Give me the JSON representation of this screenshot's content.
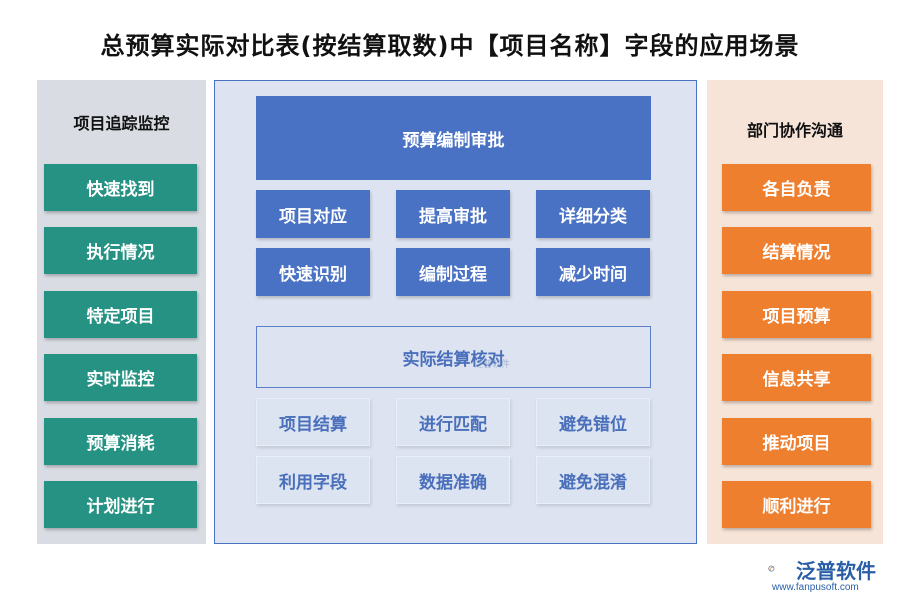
{
  "title": "总预算实际对比表(按结算取数)中【项目名称】字段的应用场景",
  "left_panel": {
    "heading": "项目追踪监控",
    "items": [
      "快速找到",
      "执行情况",
      "特定项目",
      "实时监控",
      "预算消耗",
      "计划进行"
    ]
  },
  "right_panel": {
    "heading": "部门协作沟通",
    "items": [
      "各自负责",
      "结算情况",
      "项目预算",
      "信息共享",
      "推动项目",
      "顺利进行"
    ]
  },
  "center_panel": {
    "top_section": {
      "header": "预算编制审批",
      "cells": [
        "项目对应",
        "提高审批",
        "详细分类",
        "快速识别",
        "编制过程",
        "减少时间"
      ]
    },
    "bottom_section": {
      "header": "实际结算核对",
      "cells": [
        "项目结算",
        "进行匹配",
        "避免错位",
        "利用字段",
        "数据准确",
        "避免混淆"
      ]
    },
    "watermark": "泛普软件"
  },
  "logo": {
    "name": "泛普软件",
    "url": "www.fanpusoft.com"
  },
  "colors": {
    "teal": "#259283",
    "orange": "#ee7f2e",
    "blue": "#4a72c4"
  }
}
